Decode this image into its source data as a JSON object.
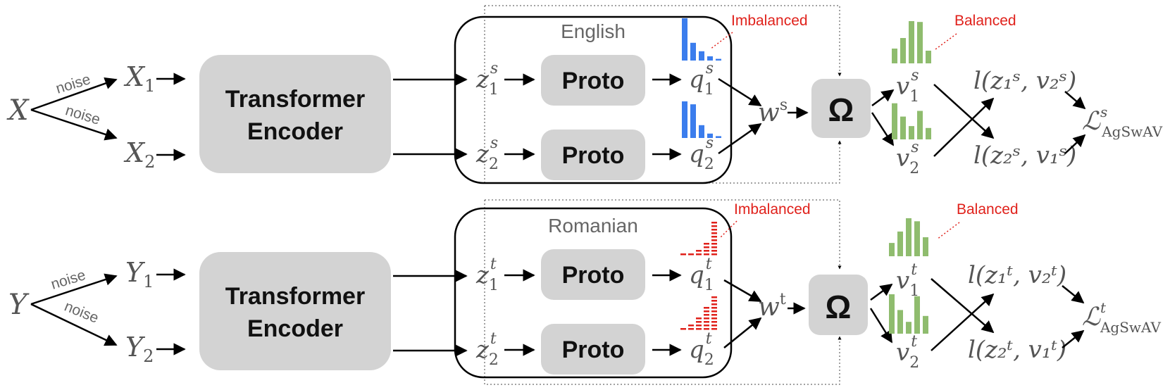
{
  "top": {
    "input": "X",
    "view1": "X",
    "view1_sub": "1",
    "view2": "X",
    "view2_sub": "2",
    "noise_upper": "noise",
    "noise_lower": "noise",
    "encoder_line1": "Transformer",
    "encoder_line2": "Encoder",
    "language": "English",
    "z1": "z",
    "z1_sub": "1",
    "z1_sup": "s",
    "z2": "z",
    "z2_sub": "2",
    "z2_sup": "s",
    "proto1": "Proto",
    "proto2": "Proto",
    "q1": "q",
    "q1_sub": "1",
    "q1_sup": "s",
    "q2": "q",
    "q2_sub": "2",
    "q2_sup": "s",
    "imbalanced": "Imbalanced",
    "balanced": "Balanced",
    "w": "w",
    "w_sup": "s",
    "omega": "Ω",
    "v1": "v",
    "v1_sub": "1",
    "v1_sup": "s",
    "v2": "v",
    "v2_sub": "2",
    "v2_sup": "s",
    "loss1": "l(z₁ˢ, v₂ˢ)",
    "loss2": "l(z₂ˢ, v₁ˢ)",
    "total": "ℒ",
    "total_sup": "s",
    "total_sub": "AgSwAV",
    "hist_q1": [
      1.0,
      0.42,
      0.22,
      0.1,
      0.04
    ],
    "hist_q2": [
      1.0,
      0.92,
      0.35,
      0.12,
      0.05
    ],
    "hist_v1": [
      0.35,
      0.6,
      1.0,
      0.98,
      0.3
    ],
    "hist_v2": [
      0.95,
      0.6,
      0.35,
      0.75,
      0.3
    ],
    "hist_color_blue": "#3b7ded",
    "hist_color_green": "#8fbc6e"
  },
  "bottom": {
    "input": "Y",
    "view1": "Y",
    "view1_sub": "1",
    "view2": "Y",
    "view2_sub": "2",
    "noise_upper": "noise",
    "noise_lower": "noise",
    "encoder_line1": "Transformer",
    "encoder_line2": "Encoder",
    "language": "Romanian",
    "z1": "z",
    "z1_sub": "1",
    "z1_sup": "t",
    "z2": "z",
    "z2_sub": "2",
    "z2_sup": "t",
    "proto1": "Proto",
    "proto2": "Proto",
    "q1": "q",
    "q1_sub": "1",
    "q1_sup": "t",
    "q2": "q",
    "q2_sub": "2",
    "q2_sup": "t",
    "imbalanced": "Imbalanced",
    "balanced": "Balanced",
    "w": "w",
    "w_sup": "t",
    "omega": "Ω",
    "v1": "v",
    "v1_sub": "1",
    "v1_sup": "t",
    "v2": "v",
    "v2_sub": "2",
    "v2_sup": "t",
    "loss1": "l(z₁ᵗ, v₂ᵗ)",
    "loss2": "l(z₂ᵗ, v₁ᵗ)",
    "total": "ℒ",
    "total_sup": "t",
    "total_sub": "AgSwAV",
    "hist_q1": [
      0.05,
      0.08,
      0.18,
      0.4,
      1.0
    ],
    "hist_q2": [
      0.08,
      0.2,
      0.35,
      0.72,
      1.0
    ],
    "hist_v1": [
      0.35,
      0.65,
      1.0,
      0.92,
      0.5
    ],
    "hist_v2": [
      1.0,
      0.6,
      0.3,
      0.95,
      0.45
    ],
    "hist_color_red": "#e0211b",
    "hist_color_green": "#8fbc6e"
  }
}
